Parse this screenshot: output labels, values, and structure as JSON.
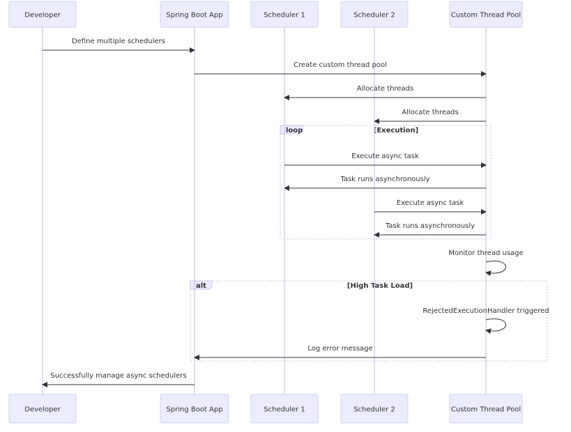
{
  "colors": {
    "actor_fill": "#ECECFF",
    "actor_border": "#d4d0f0",
    "lifeline": "#d0c8f0",
    "text": "#333333",
    "arrow": "#333333"
  },
  "participants": [
    {
      "id": "dev",
      "label": "Developer"
    },
    {
      "id": "app",
      "label": "Spring Boot App"
    },
    {
      "id": "s1",
      "label": "Scheduler 1"
    },
    {
      "id": "s2",
      "label": "Scheduler 2"
    },
    {
      "id": "pool",
      "label": "Custom Thread Pool"
    }
  ],
  "messages": [
    {
      "from": "dev",
      "to": "app",
      "label": "Define multiple schedulers"
    },
    {
      "from": "app",
      "to": "pool",
      "label": "Create custom thread pool"
    },
    {
      "from": "pool",
      "to": "s1",
      "label": "Allocate threads"
    },
    {
      "from": "pool",
      "to": "s2",
      "label": "Allocate threads"
    },
    {
      "from": "s1",
      "to": "pool",
      "label": "Execute async task"
    },
    {
      "from": "pool",
      "to": "s1",
      "label": "Task runs asynchronously"
    },
    {
      "from": "s2",
      "to": "pool",
      "label": "Execute async task"
    },
    {
      "from": "pool",
      "to": "s2",
      "label": "Task runs asynchronously"
    },
    {
      "from": "pool",
      "to": "pool",
      "label": "Monitor thread usage"
    },
    {
      "from": "pool",
      "to": "pool",
      "label": "RejectedExecutionHandler triggered"
    },
    {
      "from": "pool",
      "to": "app",
      "label": "Log error message"
    },
    {
      "from": "app",
      "to": "dev",
      "label": "Successfully manage async schedulers"
    }
  ],
  "frames": [
    {
      "keyword": "loop",
      "condition": "[Execution]"
    },
    {
      "keyword": "alt",
      "condition": "[High Task Load]"
    }
  ]
}
